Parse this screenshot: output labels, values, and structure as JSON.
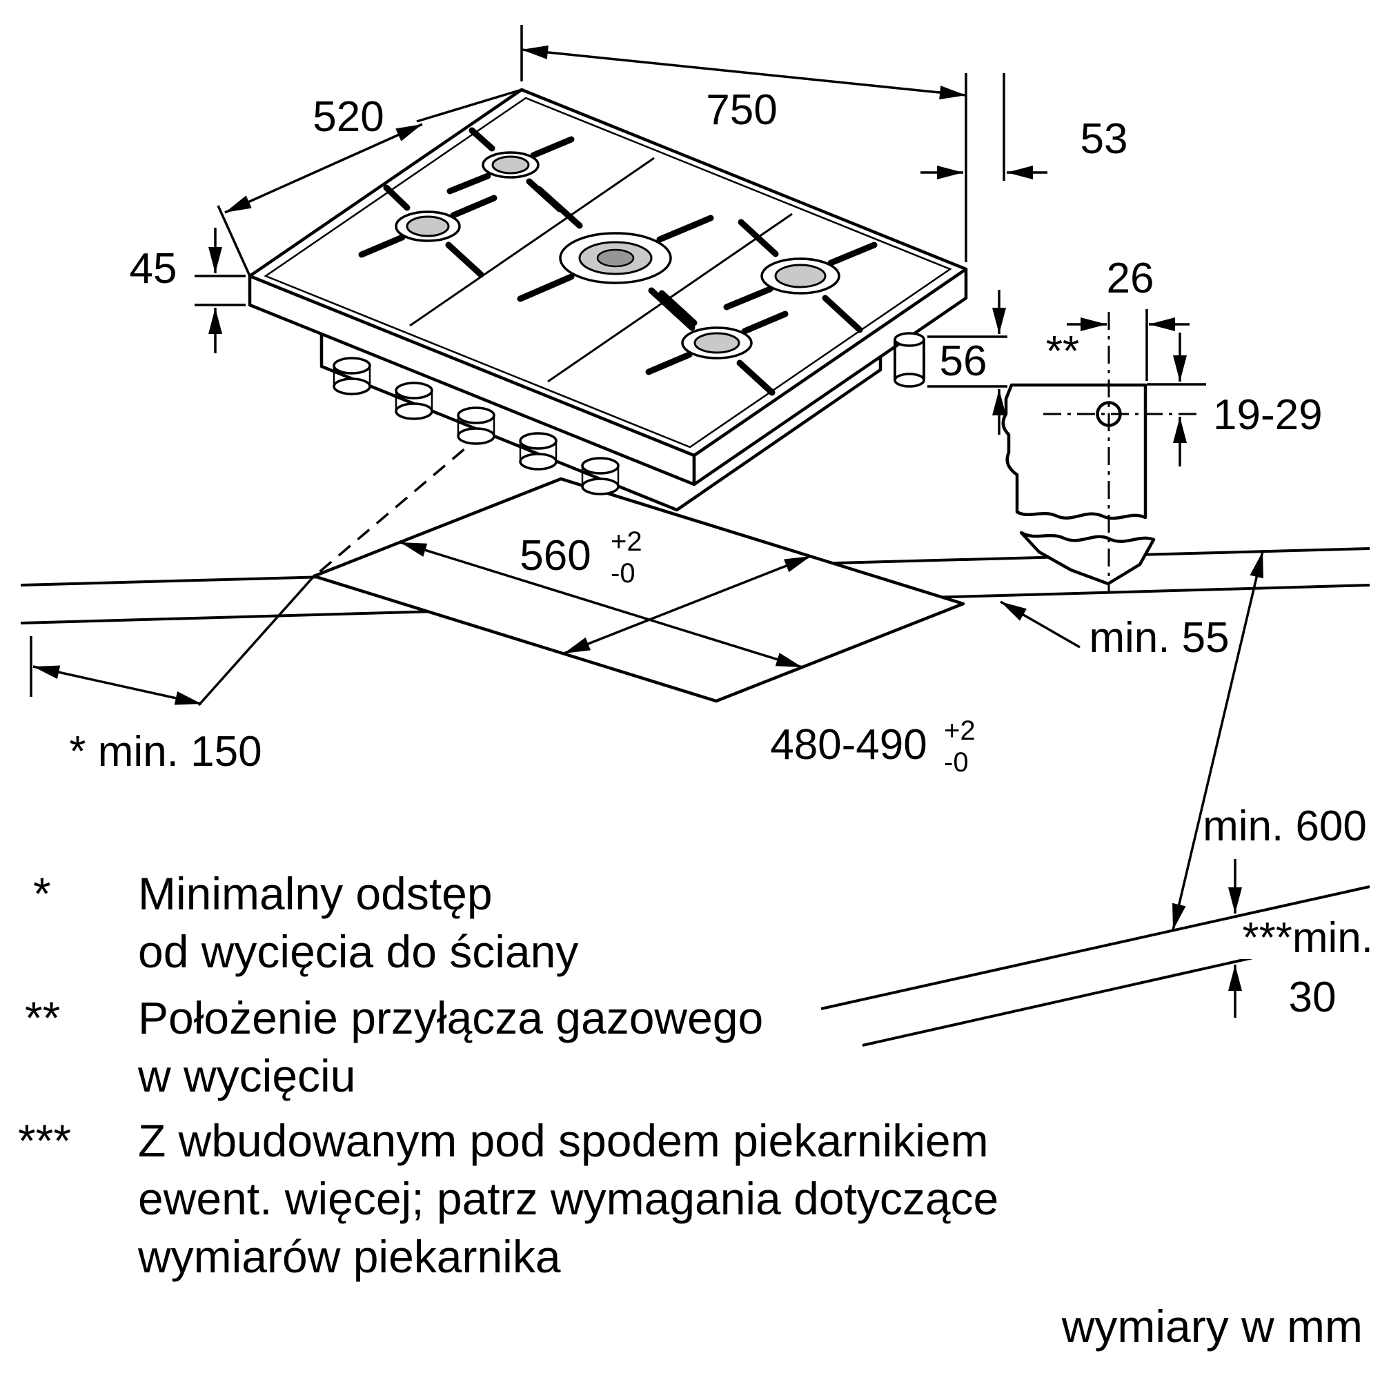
{
  "diagram": {
    "unit_note": "wymiary w mm",
    "hob": {
      "burners": 5
    },
    "dims": {
      "width": "750",
      "depth": "520",
      "height": "45",
      "gas_offset": "53",
      "gas_drop": "56",
      "conn_offset": "26",
      "conn_depth": "19-29",
      "conn_marker": "**",
      "rear_clearance": "min. 55",
      "cutout_width": "560",
      "cutout_depth": "480-490",
      "wall_clearance": "* min. 150",
      "counter_depth": "min. 600",
      "front_clearance_label": "***min.",
      "front_clearance_value": "30"
    },
    "tolerance": {
      "plus": "+2",
      "minus": "-0"
    },
    "footnotes": [
      {
        "marker": "*",
        "lines": [
          "Minimalny odstęp",
          "od wycięcia do ściany"
        ]
      },
      {
        "marker": "**",
        "lines": [
          "Położenie przyłącza gazowego",
          "w wycięciu"
        ]
      },
      {
        "marker": "***",
        "lines": [
          "Z wbudowanym pod spodem piekarnikiem",
          "ewent. więcej; patrz wymagania dotyczące",
          "wymiarów piekarnika"
        ]
      }
    ],
    "colors": {
      "line": "#000000",
      "burner_fill": "#c9c9c9"
    }
  }
}
